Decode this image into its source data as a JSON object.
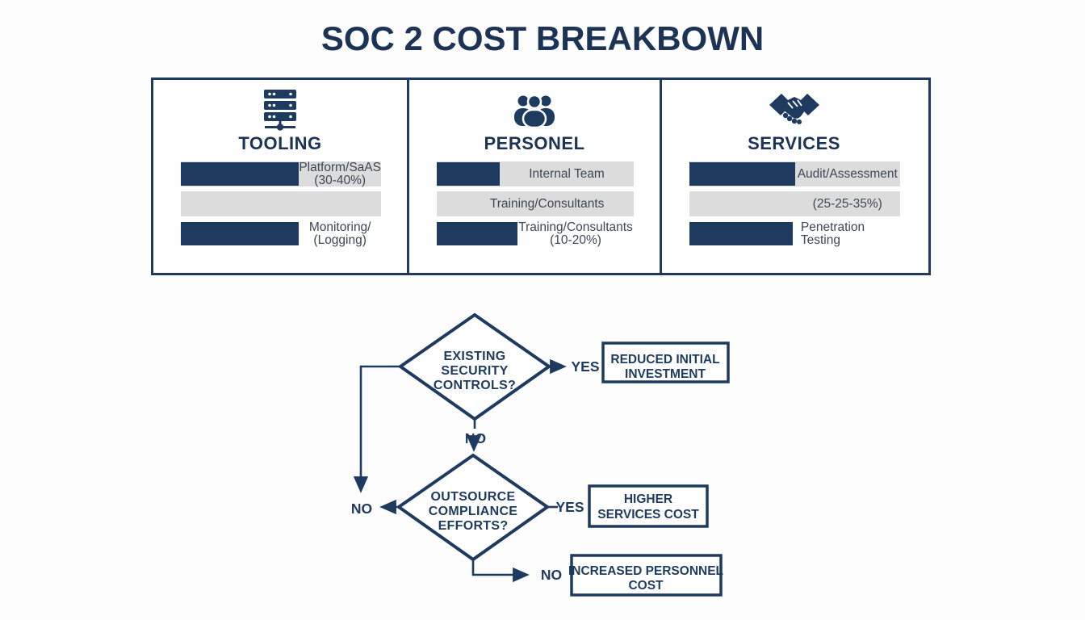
{
  "title": "SOC 2 COST BREAKBOWN",
  "colors": {
    "navy": "#1e3a5f",
    "light_gray": "#dcdcdc",
    "text": "#3d4654"
  },
  "columns": [
    {
      "icon": "server-icon",
      "heading": "TOOLING",
      "rows": [
        {
          "bar_pct": 59,
          "spacer_pct": 0,
          "label_line1": "Platform/SaAS",
          "label_line2": "(30-40%)"
        },
        {
          "bar_pct": 0,
          "spacer_pct": 0,
          "label_line1": "",
          "label_line2": ""
        },
        {
          "bar_pct": 59,
          "spacer_pct": 0,
          "label_line1": "Monitoring/",
          "label_line2": "(Logging)"
        }
      ]
    },
    {
      "icon": "people-icon",
      "heading": "PERSONEL",
      "rows": [
        {
          "bar_pct": 32,
          "spacer_pct": 0,
          "label_line1": "Internal Team",
          "label_line2": ""
        },
        {
          "bar_pct": 0,
          "spacer_pct": 12,
          "label_line1": "Training/Consultants",
          "label_line2": ""
        },
        {
          "bar_pct": 41,
          "spacer_pct": 0,
          "label_line1": "Training/Consultants",
          "label_line2": "(10-20%)"
        }
      ]
    },
    {
      "icon": "handshake-icon",
      "heading": "SERVICES",
      "rows": [
        {
          "bar_pct": 50,
          "spacer_pct": 0,
          "label_line1": "Audit/Assessment",
          "label_line2": ""
        },
        {
          "bar_pct": 0,
          "spacer_pct": 50,
          "label_line1": "(25-25-35%)",
          "label_line2": ""
        },
        {
          "bar_pct": 49,
          "spacer_pct": 0,
          "align": "left",
          "label_line1": "Penetration",
          "label_line2": "Testing"
        }
      ]
    }
  ],
  "flowchart": {
    "decision1": {
      "line1": "EXISTING",
      "line2": "SECURITY",
      "line3": "CONTROLS?"
    },
    "decision2": {
      "line1": "OUTSOURCE",
      "line2": "COMPLIANCE",
      "line3": "EFFORTS?"
    },
    "labels": {
      "yes1": "YES",
      "no1": "NO",
      "no_left": "NO",
      "yes2": "YES",
      "no_bottom": "NO"
    },
    "outcome1": {
      "line1": "REDUCED INITIAL",
      "line2": "INVESTMENT"
    },
    "outcome2": {
      "line1": "HIGHER",
      "line2": "SERVICES COST"
    },
    "outcome3": {
      "line1": "INCREASED PERSONNEL",
      "line2": "COST"
    }
  }
}
